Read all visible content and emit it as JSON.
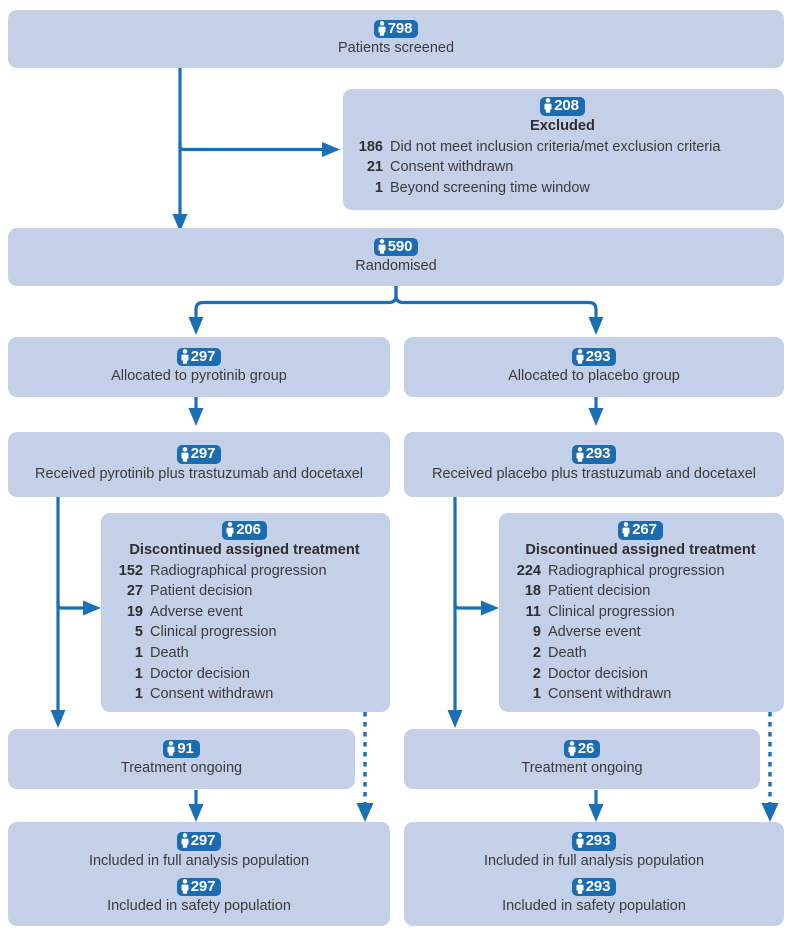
{
  "diagram": {
    "title": "CONSORT participant flow diagram",
    "icon_name": "person-icon",
    "colors": {
      "box_fill": "#c4cfe8",
      "badge_fill": "#1b6cb0",
      "connector": "#1a6fb5",
      "text": "#3b3b3b"
    }
  },
  "nodes": {
    "screened": {
      "count": "798",
      "label": "Patients screened"
    },
    "excluded": {
      "count": "208",
      "title": "Excluded",
      "reasons": [
        {
          "n": "186",
          "text": "Did not meet inclusion criteria/met exclusion criteria"
        },
        {
          "n": "21",
          "text": "Consent withdrawn"
        },
        {
          "n": "1",
          "text": "Beyond screening time window"
        }
      ]
    },
    "randomised": {
      "count": "590",
      "label": "Randomised"
    },
    "allocated_left": {
      "count": "297",
      "label": "Allocated to pyrotinib group"
    },
    "allocated_right": {
      "count": "293",
      "label": "Allocated to placebo group"
    },
    "received_left": {
      "count": "297",
      "label": "Received pyrotinib plus trastuzumab and docetaxel"
    },
    "received_right": {
      "count": "293",
      "label": "Received placebo plus trastuzumab and docetaxel"
    },
    "discontinued_left": {
      "count": "206",
      "title": "Discontinued assigned treatment",
      "reasons": [
        {
          "n": "152",
          "text": "Radiographical progression"
        },
        {
          "n": "27",
          "text": "Patient decision"
        },
        {
          "n": "19",
          "text": "Adverse event"
        },
        {
          "n": "5",
          "text": "Clinical progression"
        },
        {
          "n": "1",
          "text": "Death"
        },
        {
          "n": "1",
          "text": "Doctor decision"
        },
        {
          "n": "1",
          "text": "Consent withdrawn"
        }
      ]
    },
    "discontinued_right": {
      "count": "267",
      "title": "Discontinued assigned treatment",
      "reasons": [
        {
          "n": "224",
          "text": "Radiographical progression"
        },
        {
          "n": "18",
          "text": "Patient decision"
        },
        {
          "n": "11",
          "text": "Clinical progression"
        },
        {
          "n": "9",
          "text": "Adverse event"
        },
        {
          "n": "2",
          "text": "Death"
        },
        {
          "n": "2",
          "text": "Doctor decision"
        },
        {
          "n": "1",
          "text": "Consent withdrawn"
        }
      ]
    },
    "ongoing_left": {
      "count": "91",
      "label": "Treatment ongoing"
    },
    "ongoing_right": {
      "count": "26",
      "label": "Treatment ongoing"
    },
    "analysis_left": {
      "fas_count": "297",
      "fas_label": "Included in full analysis population",
      "safety_count": "297",
      "safety_label": "Included in safety population"
    },
    "analysis_right": {
      "fas_count": "293",
      "fas_label": "Included in full analysis population",
      "safety_count": "293",
      "safety_label": "Included in safety population"
    }
  }
}
